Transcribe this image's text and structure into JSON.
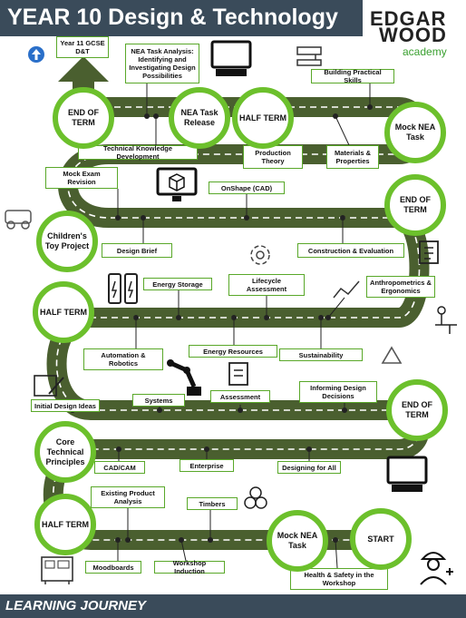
{
  "header": {
    "title": "YEAR 10 Design & Technology"
  },
  "logo": {
    "line1": "EDGAR",
    "line2": "WOOD",
    "line3": "academy"
  },
  "next_year": {
    "label": "Year 11 GCSE D&T"
  },
  "milestones": {
    "end_of_term_1": "END OF TERM",
    "nea_task_release": "NEA Task Release",
    "half_term_1": "HALF TERM",
    "mock_nea_task_1": "Mock NEA Task",
    "end_of_term_2": "END OF TERM",
    "childrens_toy": "Children's Toy Project",
    "half_term_2": "HALF TERM",
    "end_of_term_3": "END OF TERM",
    "core_principles": "Core Technical Principles",
    "half_term_3": "HALF TERM",
    "mock_nea_task_2": "Mock NEA Task",
    "start": "START"
  },
  "topics": {
    "nea_analysis": "NEA Task Analysis: Identifying and Investigating Design Possibilities",
    "building_skills": "Building Practical Skills",
    "technical_knowledge": "Technical Knowledge Development",
    "production_theory": "Production Theory",
    "materials_properties": "Materials & Properties",
    "mock_exam": "Mock Exam Revision",
    "onshape": "OnShape (CAD)",
    "design_brief": "Design Brief",
    "construction": "Construction & Evaluation",
    "energy_storage": "Energy Storage",
    "lifecycle": "Lifecycle Assessment",
    "anthropometrics": "Anthropometrics & Ergonomics",
    "automation": "Automation & Robotics",
    "energy_resources": "Energy Resources",
    "sustainability": "Sustainability",
    "initial_ideas": "Initial Design Ideas",
    "systems": "Systems",
    "assessment": "Assessment",
    "informing": "Informing Design Decisions",
    "cad_cam": "CAD/CAM",
    "enterprise": "Enterprise",
    "designing_for_all": "Designing for All",
    "existing_product": "Existing Product Analysis",
    "timbers": "Timbers",
    "moodboards": "Moodboards",
    "workshop_induction": "Workshop Induction",
    "health_safety": "Health & Safety in the Workshop"
  },
  "footer": {
    "label": "LEARNING JOURNEY"
  },
  "colors": {
    "road": "#4a5f2f",
    "ring": "#6cc02c",
    "border": "#59a829",
    "bar": "#3a4b5a"
  }
}
